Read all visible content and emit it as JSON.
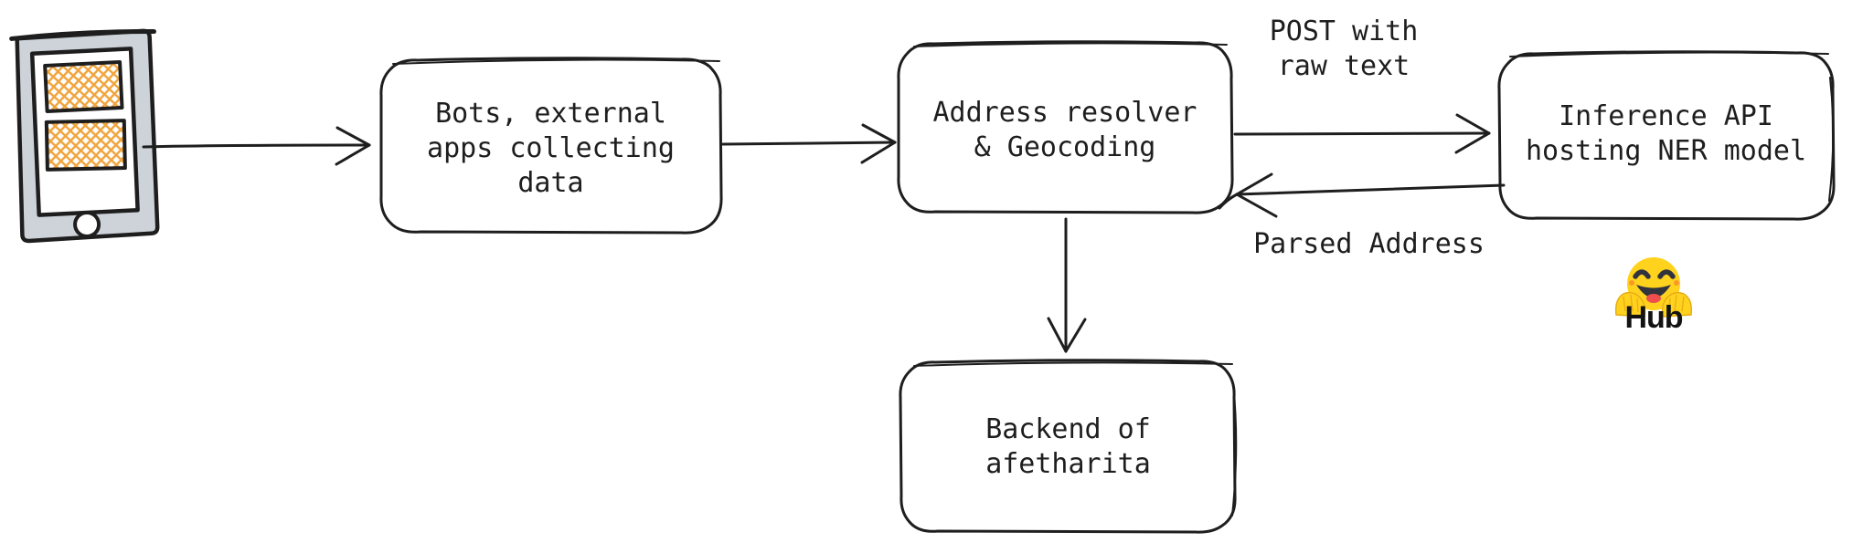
{
  "nodes": {
    "bots": {
      "label": "Bots, external\napps collecting\ndata"
    },
    "resolver": {
      "label": "Address resolver\n& Geocoding"
    },
    "inference": {
      "label": "Inference API\nhosting NER model"
    },
    "backend": {
      "label": "Backend of\nafetharita"
    }
  },
  "edges": {
    "post_label": "POST with\nraw text",
    "parsed_label": "Parsed Address"
  },
  "hub": {
    "label": "Hub"
  },
  "icons": {
    "phone": "mobile-device-icon",
    "hub": "hugging-face-emoji"
  },
  "colors": {
    "stroke": "#1e1e1e",
    "hatch_orange": "#f0a43c",
    "phone_body_gray": "#ced3d9",
    "hf_yellow": "#ffd21e",
    "hf_face_dark": "#32343d",
    "hf_tongue_red": "#ef4e4e",
    "background": "#ffffff"
  }
}
